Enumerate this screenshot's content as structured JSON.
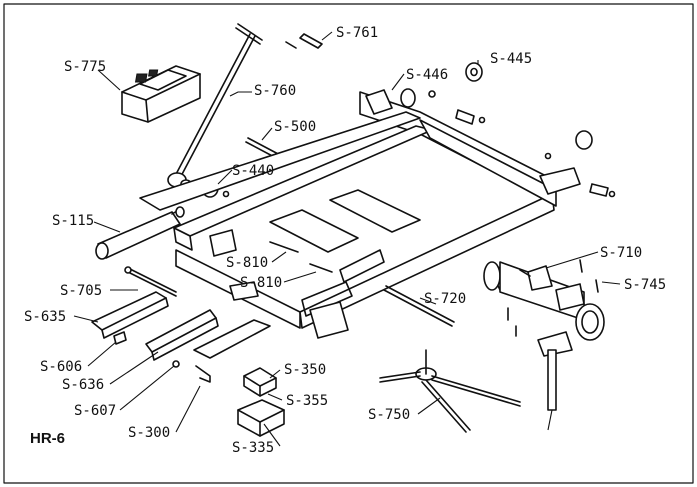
{
  "diagram": {
    "model": "HR-6",
    "labels": {
      "s761": "S-761",
      "s775": "S-775",
      "s760": "S-760",
      "s446": "S-446",
      "s445": "S-445",
      "s500": "S-500",
      "s440": "S-440",
      "s115": "S-115",
      "s710": "S-710",
      "s745": "S-745",
      "s810a": "S-810",
      "s810b": "S-810",
      "s705": "S-705",
      "s720": "S-720",
      "s635": "S-635",
      "s606": "S-606",
      "s636": "S-636",
      "s607": "S-607",
      "s300": "S-300",
      "s350": "S-350",
      "s355": "S-355",
      "s335": "S-335",
      "s750": "S-750"
    }
  }
}
